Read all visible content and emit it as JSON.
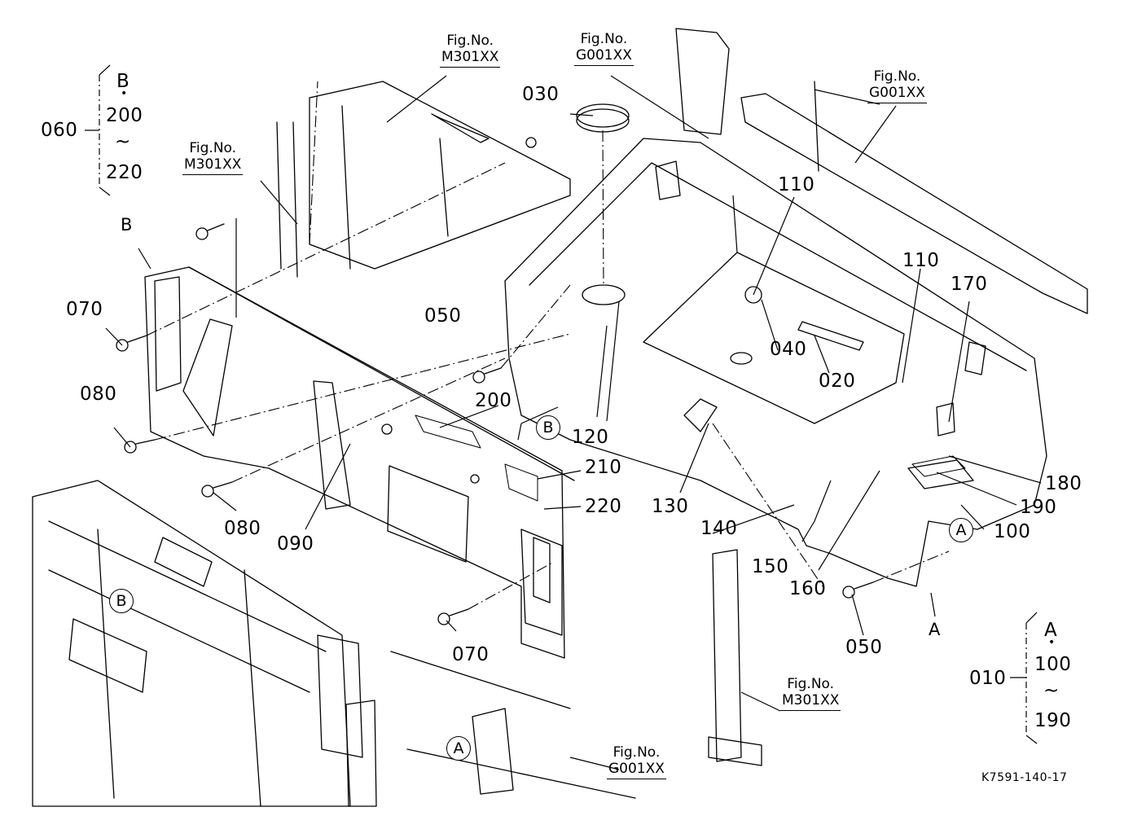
{
  "figure_number": "K7591-140-17",
  "fig_refs": [
    {
      "id": "m301-top",
      "label": "Fig.No.",
      "code": "M301XX"
    },
    {
      "id": "g001-top",
      "label": "Fig.No.",
      "code": "G001XX"
    },
    {
      "id": "g001-right",
      "label": "Fig.No.",
      "code": "G001XX"
    },
    {
      "id": "m301-left",
      "label": "Fig.No.",
      "code": "M301XX"
    },
    {
      "id": "m301-bottom",
      "label": "Fig.No.",
      "code": "M301XX"
    },
    {
      "id": "g001-bottom",
      "label": "Fig.No.",
      "code": "G001XX"
    }
  ],
  "parts": {
    "p010": "010",
    "p020": "020",
    "p030": "030",
    "p040": "040",
    "p050a": "050",
    "p050b": "050",
    "p060": "060",
    "p070a": "070",
    "p070b": "070",
    "p080a": "080",
    "p080b": "080",
    "p090": "090",
    "p100": "100",
    "p110a": "110",
    "p110b": "110",
    "p120": "120",
    "p130": "130",
    "p140": "140",
    "p150": "150",
    "p160": "160",
    "p170": "170",
    "p180": "180",
    "p190": "190",
    "p200": "200",
    "p210": "210",
    "p220": "220"
  },
  "group_b": {
    "part": "060",
    "letter": "B",
    "dot": "•",
    "from": "200",
    "tilde": "~",
    "to": "220"
  },
  "group_a": {
    "part": "010",
    "letter": "A",
    "dot": "•",
    "from": "100",
    "tilde": "~",
    "to": "190"
  },
  "circle_refs": {
    "b1": "B",
    "b2": "B",
    "a1": "A",
    "a2": "A"
  },
  "point_refs": {
    "b": "B",
    "a": "A"
  }
}
